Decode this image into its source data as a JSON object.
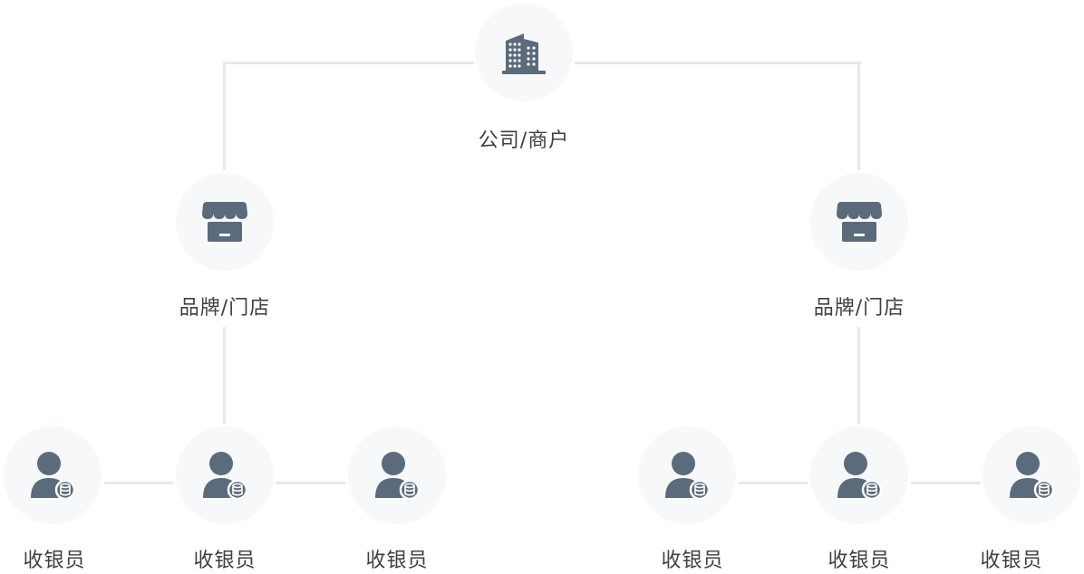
{
  "company": {
    "label": "公司/商户",
    "icon": "building-icon"
  },
  "stores": [
    {
      "label": "品牌/门店",
      "icon": "storefront-icon"
    },
    {
      "label": "品牌/门店",
      "icon": "storefront-icon"
    }
  ],
  "cashiers": [
    {
      "label": "收银员",
      "icon": "cashier-user-icon"
    },
    {
      "label": "收银员",
      "icon": "cashier-user-icon"
    },
    {
      "label": "收银员",
      "icon": "cashier-user-icon"
    },
    {
      "label": "收银员",
      "icon": "cashier-user-icon"
    },
    {
      "label": "收银员",
      "icon": "cashier-user-icon"
    },
    {
      "label": "收银员",
      "icon": "cashier-user-icon"
    }
  ],
  "colors": {
    "icon": "#5b6b7b",
    "node_bg": "#f7f8fa",
    "connector": "#e8e8e8",
    "text": "#3c3f44"
  }
}
